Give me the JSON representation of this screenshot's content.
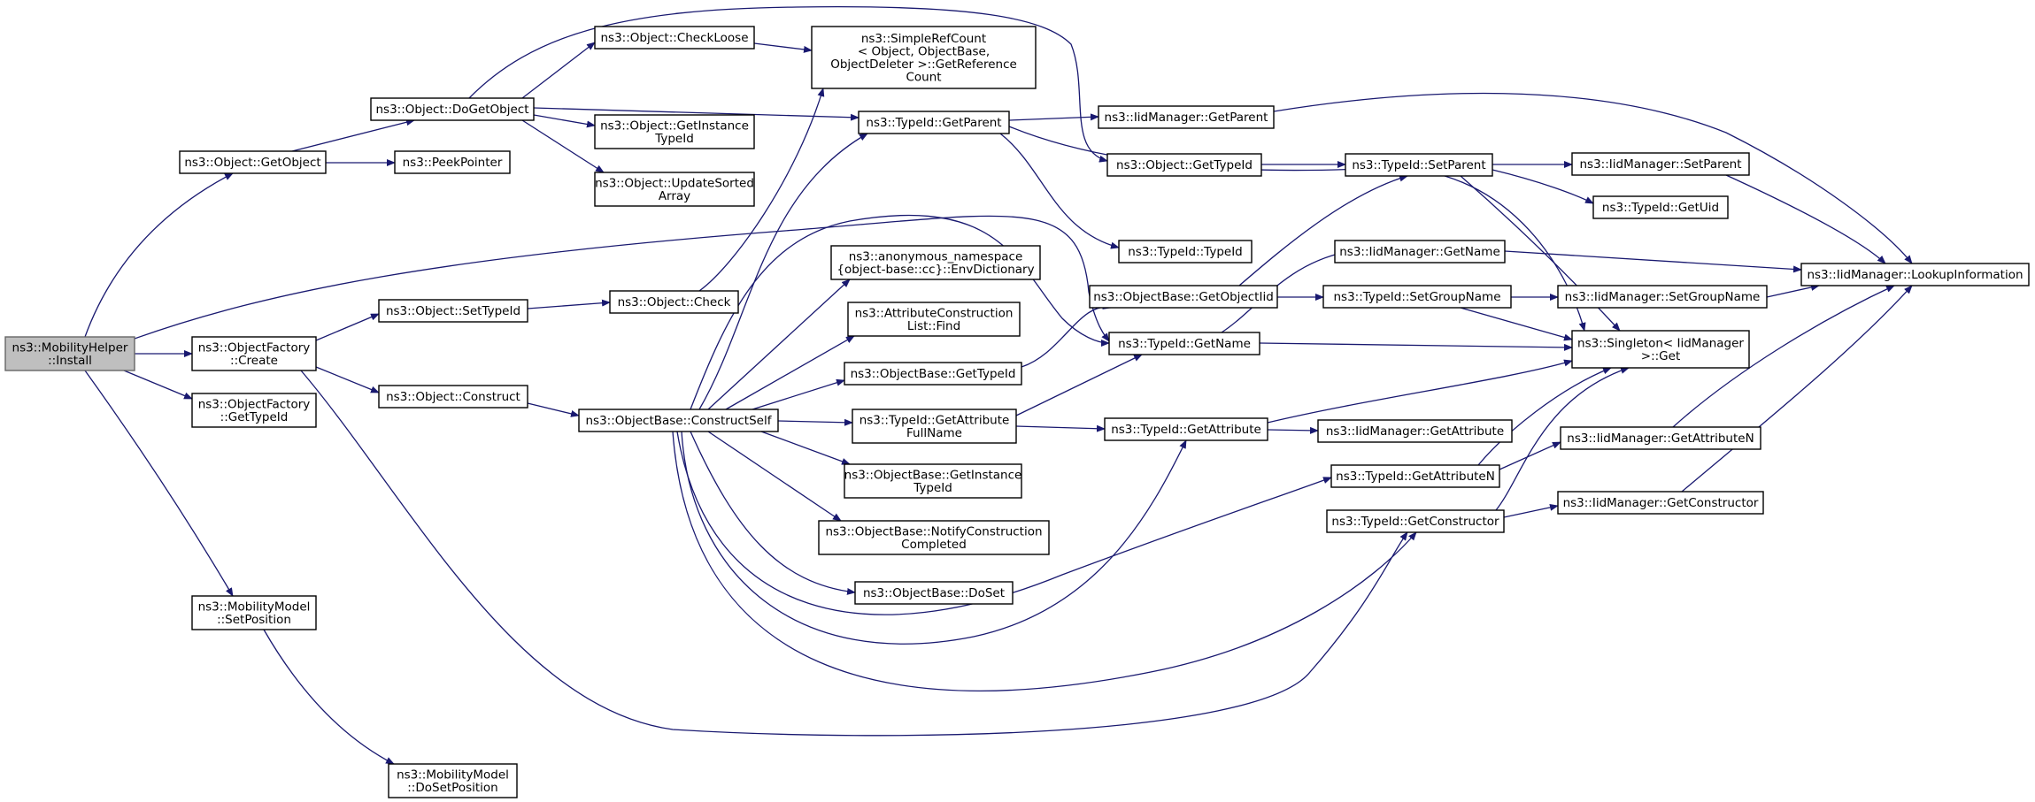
{
  "nodes": {
    "n0": [
      "ns3::MobilityHelper",
      "::Install"
    ],
    "n1": [
      "ns3::Object::GetObject"
    ],
    "n2": [
      "ns3::ObjectFactory",
      "::Create"
    ],
    "n3": [
      "ns3::ObjectFactory",
      "::GetTypeId"
    ],
    "n4": [
      "ns3::MobilityModel",
      "::SetPosition"
    ],
    "n5": [
      "ns3::Object::DoGetObject"
    ],
    "n6": [
      "ns3::PeekPointer"
    ],
    "n7": [
      "ns3::Object::SetTypeId"
    ],
    "n8": [
      "ns3::Object::Construct"
    ],
    "n9": [
      "ns3::MobilityModel",
      "::DoSetPosition"
    ],
    "n10": [
      "ns3::Object::CheckLoose"
    ],
    "n11": [
      "ns3::Object::GetInstance",
      "TypeId"
    ],
    "n12": [
      "ns3::Object::UpdateSorted",
      "Array"
    ],
    "n13": [
      "ns3::Object::Check"
    ],
    "n14": [
      "ns3::ObjectBase::ConstructSelf"
    ],
    "n15": [
      "ns3::SimpleRefCount",
      "< Object, ObjectBase,",
      "ObjectDeleter >::GetReference",
      "Count"
    ],
    "n16": [
      "ns3::TypeId::GetParent"
    ],
    "n17": [
      "ns3::anonymous_namespace",
      "{object-base::cc}::EnvDictionary"
    ],
    "n18": [
      "ns3::AttributeConstruction",
      "List::Find"
    ],
    "n19": [
      "ns3::ObjectBase::GetTypeId"
    ],
    "n20": [
      "ns3::TypeId::GetAttribute",
      "FullName"
    ],
    "n21": [
      "ns3::ObjectBase::GetInstance",
      "TypeId"
    ],
    "n22": [
      "ns3::ObjectBase::NotifyConstruction",
      "Completed"
    ],
    "n23": [
      "ns3::ObjectBase::DoSet"
    ],
    "n24": [
      "ns3::IidManager::GetParent"
    ],
    "n25": [
      "ns3::Object::GetTypeId"
    ],
    "n26": [
      "ns3::TypeId::TypeId"
    ],
    "n27": [
      "ns3::ObjectBase::GetObjectIid"
    ],
    "n28": [
      "ns3::TypeId::GetName"
    ],
    "n29": [
      "ns3::TypeId::GetAttribute"
    ],
    "n30": [
      "ns3::TypeId::SetParent"
    ],
    "n31": [
      "ns3::IidManager::GetName"
    ],
    "n32": [
      "ns3::TypeId::SetGroupName"
    ],
    "n33": [
      "ns3::IidManager::GetAttribute"
    ],
    "n34": [
      "ns3::TypeId::GetAttributeN"
    ],
    "n35": [
      "ns3::TypeId::GetConstructor"
    ],
    "n36": [
      "ns3::IidManager::SetParent"
    ],
    "n37": [
      "ns3::TypeId::GetUid"
    ],
    "n38": [
      "ns3::IidManager::SetGroupName"
    ],
    "n39": [
      "ns3::Singleton< IidManager",
      ">::Get"
    ],
    "n40": [
      "ns3::IidManager::GetAttributeN"
    ],
    "n41": [
      "ns3::IidManager::GetConstructor"
    ],
    "n42": [
      "ns3::IidManager::LookupInformation"
    ]
  },
  "colors": {
    "edge": "#191970",
    "node_border": "#000000",
    "root_fill": "#bfbfbf",
    "root_border": "#666666"
  }
}
